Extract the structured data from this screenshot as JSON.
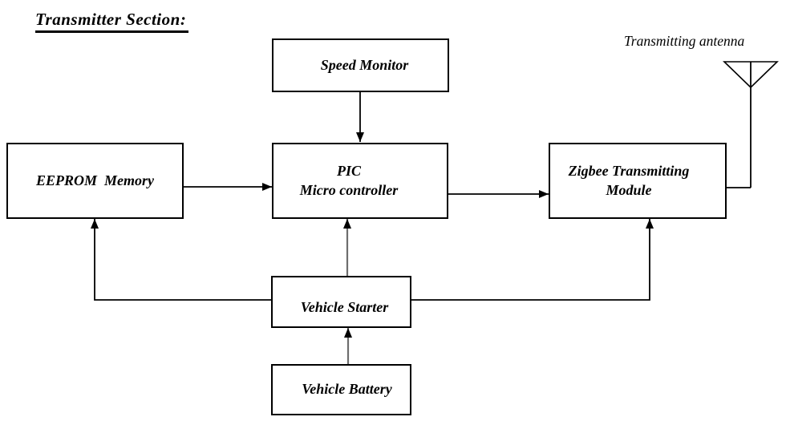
{
  "title": "Transmitter Section:",
  "diagram": {
    "antenna_label": "Transmitting antenna",
    "blocks": {
      "speed_monitor": {
        "label": "Speed Monitor"
      },
      "eeprom": {
        "label": "EEPROM  Memory"
      },
      "pic": {
        "line1": "PIC",
        "line2": "Micro controller"
      },
      "zigbee": {
        "line1": "Zigbee Transmitting",
        "line2": "Module"
      },
      "vehicle_starter": {
        "label": "Vehicle Starter"
      },
      "vehicle_battery": {
        "label": "Vehicle Battery"
      }
    },
    "edges": [
      {
        "from": "speed_monitor",
        "to": "pic",
        "arrow": true
      },
      {
        "from": "eeprom",
        "to": "pic",
        "arrow": true
      },
      {
        "from": "pic",
        "to": "zigbee",
        "arrow": true
      },
      {
        "from": "vehicle_battery",
        "to": "vehicle_starter",
        "arrow": true
      },
      {
        "from": "vehicle_starter",
        "to": "pic",
        "arrow": true
      },
      {
        "from": "vehicle_starter",
        "to": "eeprom",
        "arrow": true
      },
      {
        "from": "vehicle_starter",
        "to": "zigbee",
        "arrow": true
      },
      {
        "from": "zigbee",
        "to": "transmitting_antenna",
        "arrow": false
      }
    ],
    "colors": {
      "background": "#ffffff",
      "line": "#000000",
      "power_line": "#6e6e6e",
      "text": "#000000"
    }
  }
}
